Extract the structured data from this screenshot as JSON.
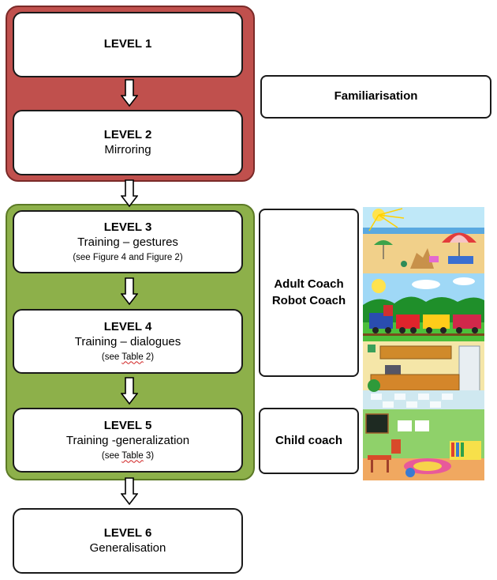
{
  "groups": {
    "familiarisation": {
      "fill": "#c0504d",
      "border": "#7a2a28"
    },
    "training": {
      "fill": "#8db04a",
      "border": "#5c7a26"
    }
  },
  "levels": [
    {
      "title": "LEVEL 1",
      "subtitle": "",
      "note_prefix": "",
      "note_link": "",
      "note_suffix": ""
    },
    {
      "title": "LEVEL 2",
      "subtitle": "Mirroring",
      "note_prefix": "",
      "note_link": "",
      "note_suffix": ""
    },
    {
      "title": "LEVEL 3",
      "subtitle": "Training – gestures",
      "note_prefix": "(see Figure 4 and Figure 2)",
      "note_link": "",
      "note_suffix": ""
    },
    {
      "title": "LEVEL 4",
      "subtitle": "Training – dialogues",
      "note_prefix": "(see ",
      "note_link": "Table",
      "note_suffix": " 2)"
    },
    {
      "title": "LEVEL 5",
      "subtitle": "Training -generalization",
      "note_prefix": "(see ",
      "note_link": "Table",
      "note_suffix": " 3)"
    },
    {
      "title": "LEVEL 6",
      "subtitle": "Generalisation",
      "note_prefix": "",
      "note_link": "",
      "note_suffix": ""
    }
  ],
  "side_labels": {
    "familiarisation": "Familiarisation",
    "coaches_line1": "Adult Coach",
    "coaches_line2": "Robot Coach",
    "child_coach": "Child coach"
  },
  "scenes": [
    {
      "name": "beach-scene"
    },
    {
      "name": "train-scene"
    },
    {
      "name": "kitchen-scene"
    },
    {
      "name": "classroom-scene"
    }
  ]
}
